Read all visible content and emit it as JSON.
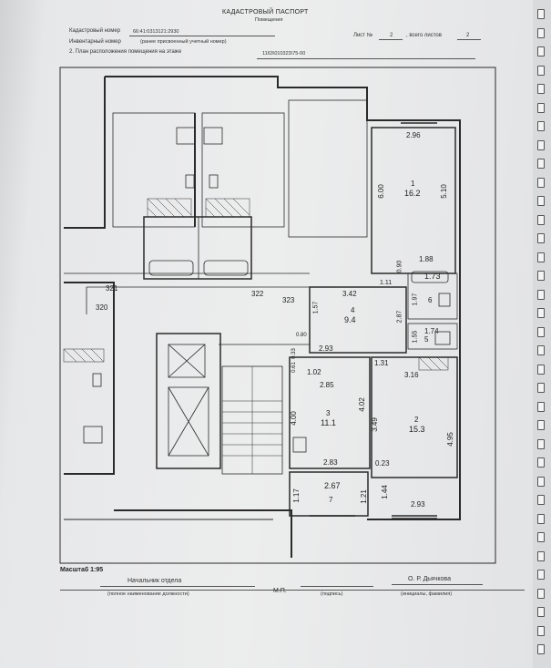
{
  "header": {
    "title": "КАДАСТРОВЫЙ ПАСПОРТ",
    "subtitle": "Помещения"
  },
  "sheet": {
    "label": "Лист №",
    "number": "2",
    "total_label": ", всего листов",
    "total": "2"
  },
  "fields": {
    "cadastral_label": "Кадастровый номер",
    "cadastral_value": "66:41:0313121:2930",
    "inventory_label": "Инвентарный номер",
    "inventory_note": "(ранее присвоенный учетный номер)",
    "inventory_value": "1163\\010323\\75-00",
    "section": "2. План расположения помещения на этаже"
  },
  "plan": {
    "rooms": [
      {
        "num": "1",
        "area": "16.2"
      },
      {
        "num": "2",
        "area": "15.3"
      },
      {
        "num": "3",
        "area": "11.1"
      },
      {
        "num": "4",
        "area": "9.4"
      },
      {
        "num": "5",
        "area": "1.74"
      },
      {
        "num": "6",
        "area": "1.73"
      },
      {
        "num": "7",
        "area": "2.67"
      }
    ],
    "flats": [
      "321",
      "322",
      "323",
      "320"
    ],
    "dims": [
      "2.96",
      "6.00",
      "5.10",
      "1.88",
      "0.90",
      "1.11",
      "3.42",
      "1.97",
      "2.87",
      "1.57",
      "1.55",
      "0.80",
      "2.93",
      "1.02",
      "2.85",
      "0.33",
      "0.61",
      "1.31",
      "3.16",
      "4.00",
      "4.02",
      "3.49",
      "4.95",
      "2.83",
      "0.23",
      "1.17",
      "1.21",
      "1.44",
      "2.93"
    ]
  },
  "footer": {
    "scale": "Масштаб 1:95",
    "position": "Начальник отдела",
    "position_note": "(полное наименование должности)",
    "stamp": "М.П.",
    "signature_note": "(подпись)",
    "name": "О. Р. Дьячкова",
    "name_note": "(инициалы, фамилия)"
  }
}
